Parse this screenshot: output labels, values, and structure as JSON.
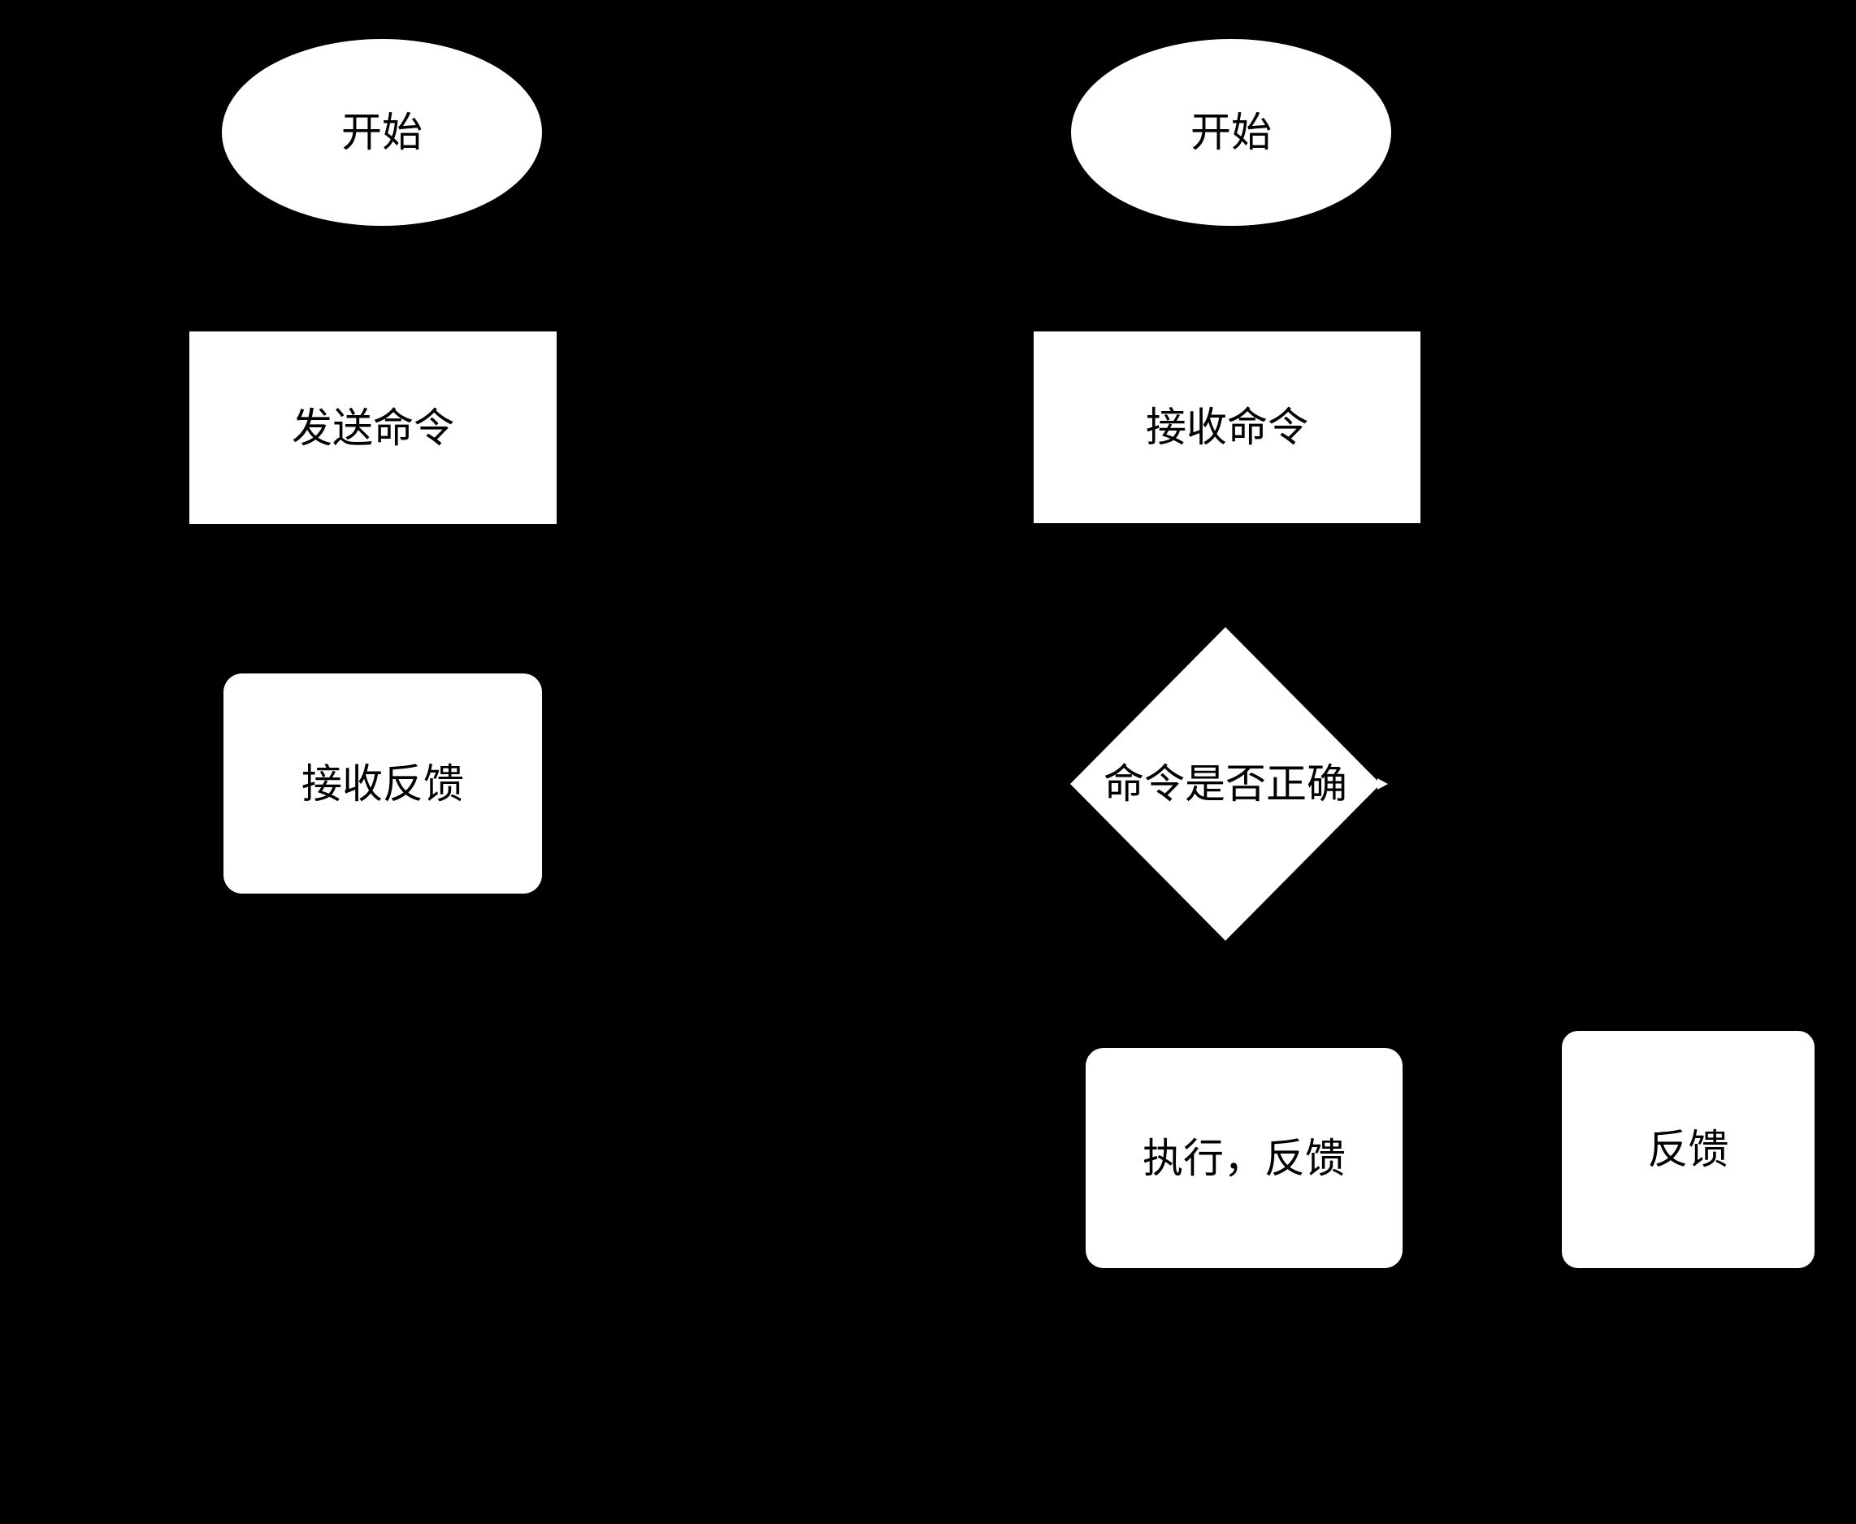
{
  "diagram": {
    "type": "flowchart",
    "background_color": "#000000",
    "node_fill_color": "#ffffff",
    "node_text_color": "#000000",
    "columns": [
      "left-flow",
      "right-flow"
    ],
    "nodes": {
      "left_start": {
        "label": "开始",
        "shape": "ellipse"
      },
      "left_send_command": {
        "label": "发送命令",
        "shape": "rectangle"
      },
      "left_receive_feedback": {
        "label": "接收反馈",
        "shape": "rounded-rectangle"
      },
      "right_start": {
        "label": "开始",
        "shape": "ellipse"
      },
      "right_receive_command": {
        "label": "接收命令",
        "shape": "rectangle"
      },
      "right_decision": {
        "label": "命令是否正确",
        "shape": "diamond"
      },
      "right_execute_feedback": {
        "label": "执行，反馈",
        "shape": "rounded-rectangle"
      },
      "right_feedback": {
        "label": "反馈",
        "shape": "rounded-rectangle"
      }
    },
    "connector_note": "arrowhead remnant at right vertex of decision diamond"
  }
}
